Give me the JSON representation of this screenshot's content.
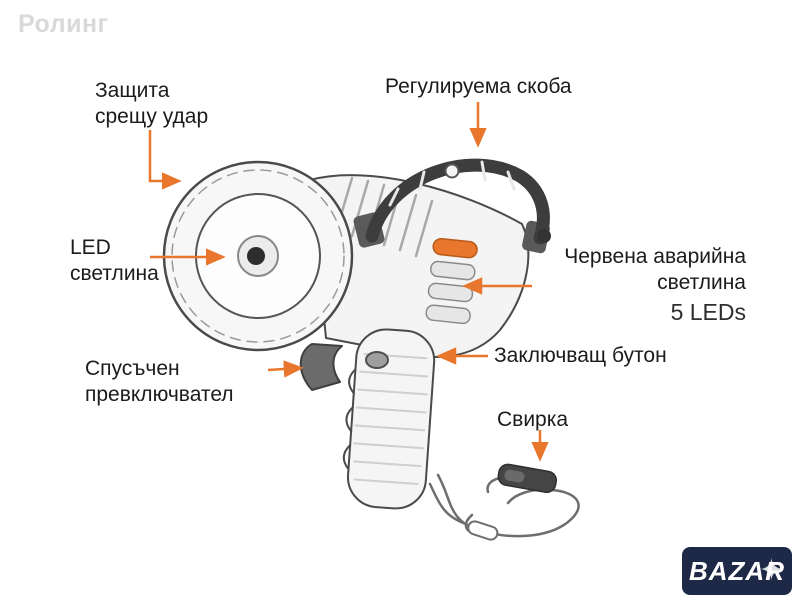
{
  "watermark": "Ролинг",
  "colors": {
    "accent": "#e8762c",
    "logo_background": "#1d2946",
    "line_art": "#4a4a4a"
  },
  "labels": {
    "impact_protection": {
      "line1": "Защита",
      "line2": "срещу удар"
    },
    "adjustable_bracket": {
      "text": "Регулируема скоба"
    },
    "led_light": {
      "line1": "LED",
      "line2": "светлина"
    },
    "red_emergency": {
      "line1": "Червена аварийна",
      "line2": "светлина",
      "leds": "5 LEDs"
    },
    "trigger_switch": {
      "line1": "Спусъчен",
      "line2": "превключвател"
    },
    "lock_button": {
      "text": "Заключващ бутон"
    },
    "whistle": {
      "text": "Свирка"
    }
  },
  "logo": {
    "text": "BAZAR"
  },
  "icons": {
    "logo_star": "✦"
  }
}
